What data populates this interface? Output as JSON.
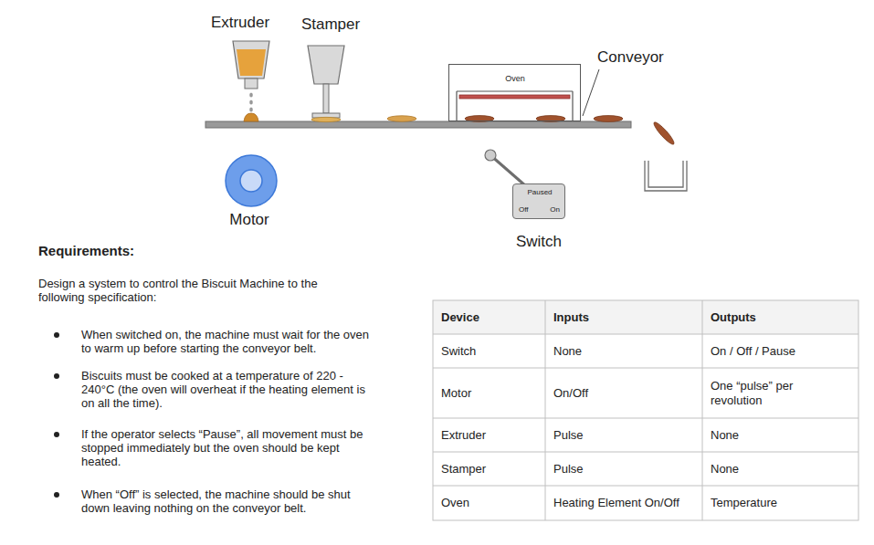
{
  "diagram": {
    "nodes": [
      {
        "text": [
          "Oven"
        ]
      },
      {
        "text": [
          "Paused",
          "Off",
          "On"
        ]
      }
    ],
    "labels": [
      "Extruder",
      "Stamper",
      "Conveyor",
      "Motor",
      "Switch",
      "Requirements:",
      "Design a system to control the Biscuit Machine to the following specification:",
      "When switched on, the machine must wait for the oven to warm up before starting the conveyor belt.",
      "Biscuits must be cooked at a temperature of 220 - 240°C (the oven will overheat if the heating element is on all the time).",
      "If the operator selects “Pause”, all movement must be stopped immediately but the oven should be kept heated.",
      "When “Off” is selected, the machine should be shut down leaving nothing on the conveyor belt.",
      "Device",
      "Inputs",
      "Outputs",
      "Switch",
      "None",
      "On / Off / Pause",
      "Motor",
      "On/Off",
      "One “pulse” per revolution",
      "Extruder",
      "Pulse",
      "None",
      "Stamper",
      "Pulse",
      "None",
      "Oven",
      "Heating Element On/Off",
      "Temperature"
    ]
  }
}
